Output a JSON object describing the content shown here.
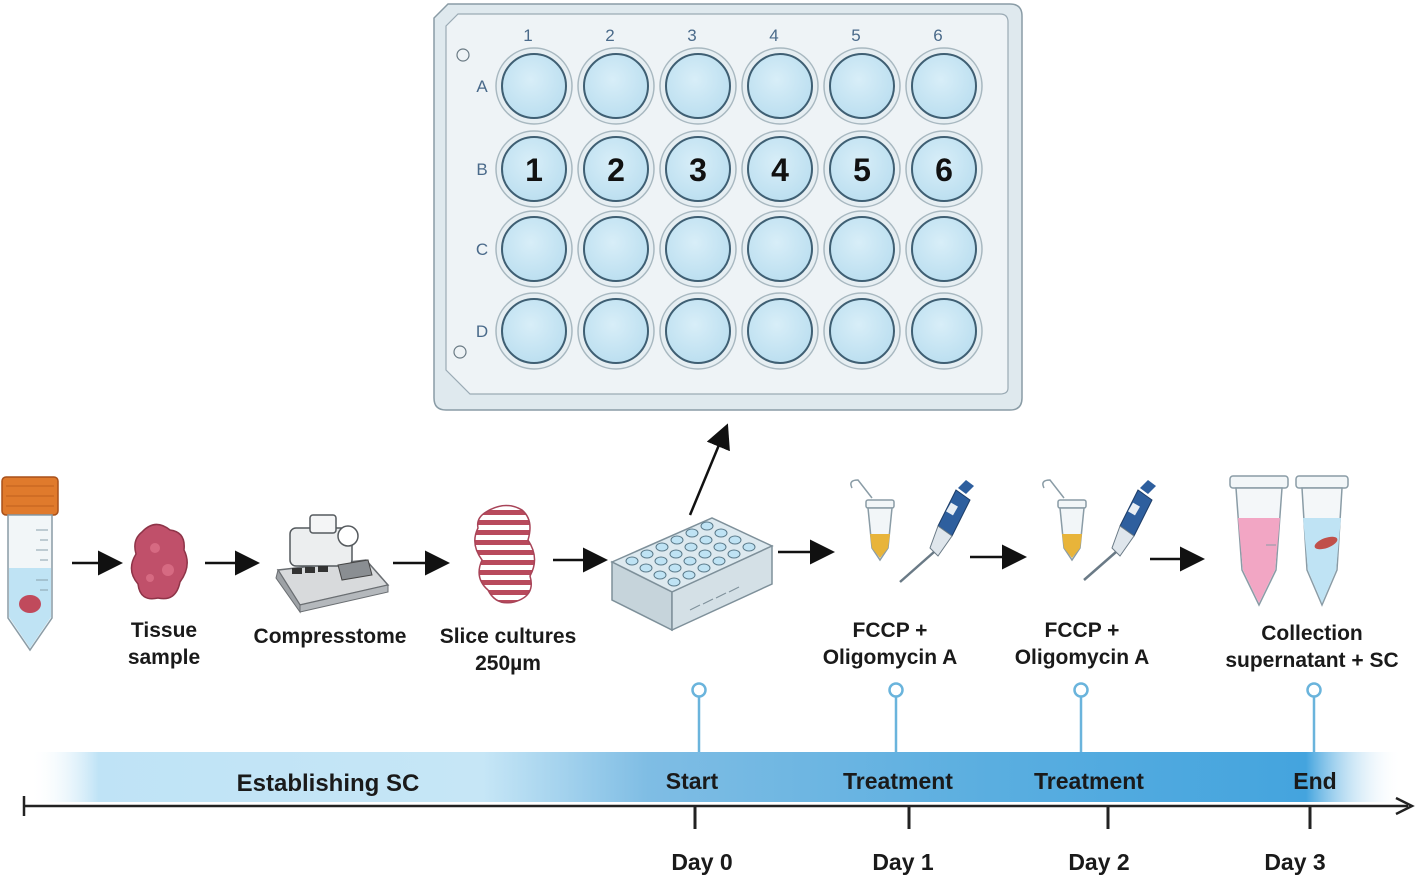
{
  "plate": {
    "columns": [
      "1",
      "2",
      "3",
      "4",
      "5",
      "6"
    ],
    "rows": [
      "A",
      "B",
      "C",
      "D"
    ],
    "well_numbers_row_B": [
      "1",
      "2",
      "3",
      "4",
      "5",
      "6"
    ]
  },
  "steps": [
    {
      "icon": "falcon-tube-icon",
      "label_lines": []
    },
    {
      "icon": "tissue-sample-icon",
      "label_lines": [
        "Tissue",
        "sample"
      ]
    },
    {
      "icon": "compresstome-icon",
      "label_lines": [
        "Compresstome"
      ]
    },
    {
      "icon": "slice-cultures-icon",
      "label_lines": [
        "Slice cultures",
        "250µm"
      ]
    },
    {
      "icon": "well-plate-icon",
      "label_lines": []
    },
    {
      "icon": "pipette-tube-icon",
      "label_lines": [
        "FCCP +",
        "Oligomycin A"
      ]
    },
    {
      "icon": "pipette-tube-icon",
      "label_lines": [
        "FCCP +",
        "Oligomycin A"
      ]
    },
    {
      "icon": "collection-tubes-icon",
      "label_lines": [
        "Collection",
        "supernatant + SC"
      ]
    }
  ],
  "timeline": {
    "phase_label": "Establishing SC",
    "events": [
      "Start",
      "Treatment",
      "Treatment",
      "End"
    ],
    "days": [
      "Day 0",
      "Day 1",
      "Day 2",
      "Day 3"
    ]
  },
  "colors": {
    "well_fill": "#cfe8f3",
    "plate_fill": "#e8f0f4",
    "band_blue": "#4aa8dc",
    "pin_blue": "#6ab4dc",
    "tissue": "#b85060",
    "pipette_blue": "#2e5f9e",
    "tube_orange": "#e07a2c",
    "liquid_yellow": "#e8b43a",
    "liquid_pink": "#f2a6c4",
    "liquid_blue": "#bfe3f4"
  }
}
